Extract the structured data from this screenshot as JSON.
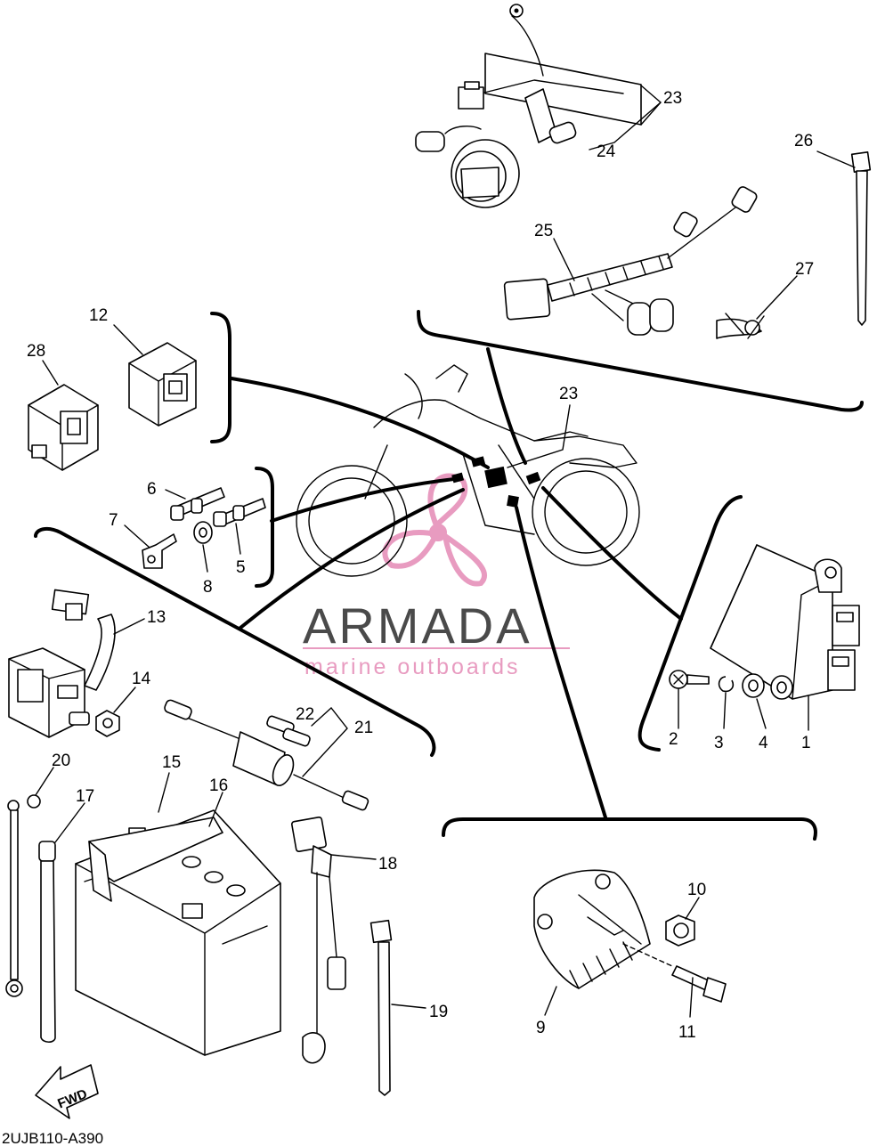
{
  "diagram_code": "2UJB110-A390",
  "fwd_label": "FWD",
  "watermark": {
    "brand": "ARMADA",
    "tagline": "marine outboards",
    "logo_color": "#e89bc0",
    "text_color": "#4a4a4a"
  },
  "callouts": {
    "n1": "1",
    "n2": "2",
    "n3": "3",
    "n4": "4",
    "n5": "5",
    "n6": "6",
    "n7": "7",
    "n8": "8",
    "n9": "9",
    "n10": "10",
    "n11": "11",
    "n12": "12",
    "n13": "13",
    "n14": "14",
    "n15": "15",
    "n16": "16",
    "n17": "17",
    "n18": "18",
    "n19": "19",
    "n20": "20",
    "n21": "21",
    "n22": "22",
    "n23": "23",
    "n23b": "23",
    "n24": "24",
    "n25": "25",
    "n26": "26",
    "n27": "27",
    "n28": "28"
  }
}
